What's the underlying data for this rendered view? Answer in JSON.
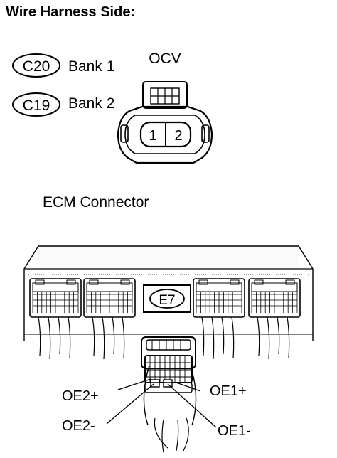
{
  "header": {
    "title": "Wire Harness Side:"
  },
  "ocv": {
    "title": "OCV",
    "badges": [
      {
        "code": "C20",
        "label": "Bank 1"
      },
      {
        "code": "C19",
        "label": "Bank 2"
      }
    ],
    "pins": [
      "1",
      "2"
    ]
  },
  "ecm": {
    "title": "ECM Connector",
    "code": "E7",
    "terminals": {
      "oe2_plus": "OE2+",
      "oe1_plus": "OE1+",
      "oe2_minus": "OE2-",
      "oe1_minus": "OE1-"
    }
  }
}
